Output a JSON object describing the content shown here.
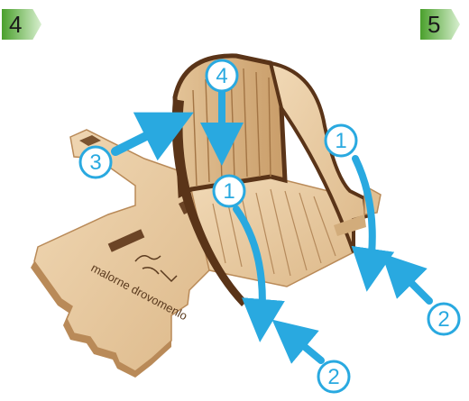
{
  "steps": {
    "current": "4",
    "next": "5"
  },
  "callouts": [
    "4",
    "3",
    "1",
    "1",
    "2",
    "2"
  ],
  "engraving": "malorne drovomenlo",
  "colors": {
    "badge_gradient_start": "#4aa02c",
    "badge_gradient_end": "#d8efcf",
    "arrow_blue": "#29a9e0",
    "plywood": "#e8c9a0",
    "plywood_edge": "#b98a58",
    "backrest_edge": "#5a3418"
  }
}
